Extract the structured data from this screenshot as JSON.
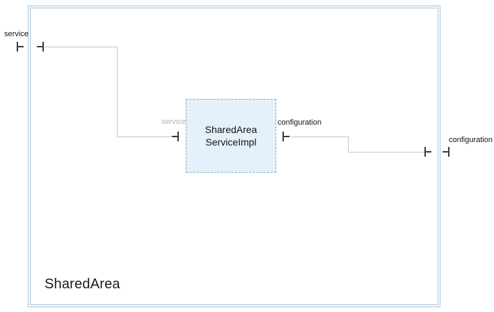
{
  "diagram": {
    "composite": {
      "label": "SharedArea"
    },
    "component": {
      "title_line1": "SharedArea",
      "title_line2": "ServiceImpl"
    },
    "service": {
      "external_label": "service",
      "internal_label": "service"
    },
    "configuration": {
      "internal_label": "configuration",
      "external_label": "configuration"
    },
    "colors": {
      "frame_border": "#a6c1d4",
      "component_fill": "#e4f1fa",
      "component_border": "#8fa6b8",
      "wire": "#c4c4c4",
      "tick": "#3a3a3a",
      "faded_label": "#b5b5b5"
    }
  }
}
